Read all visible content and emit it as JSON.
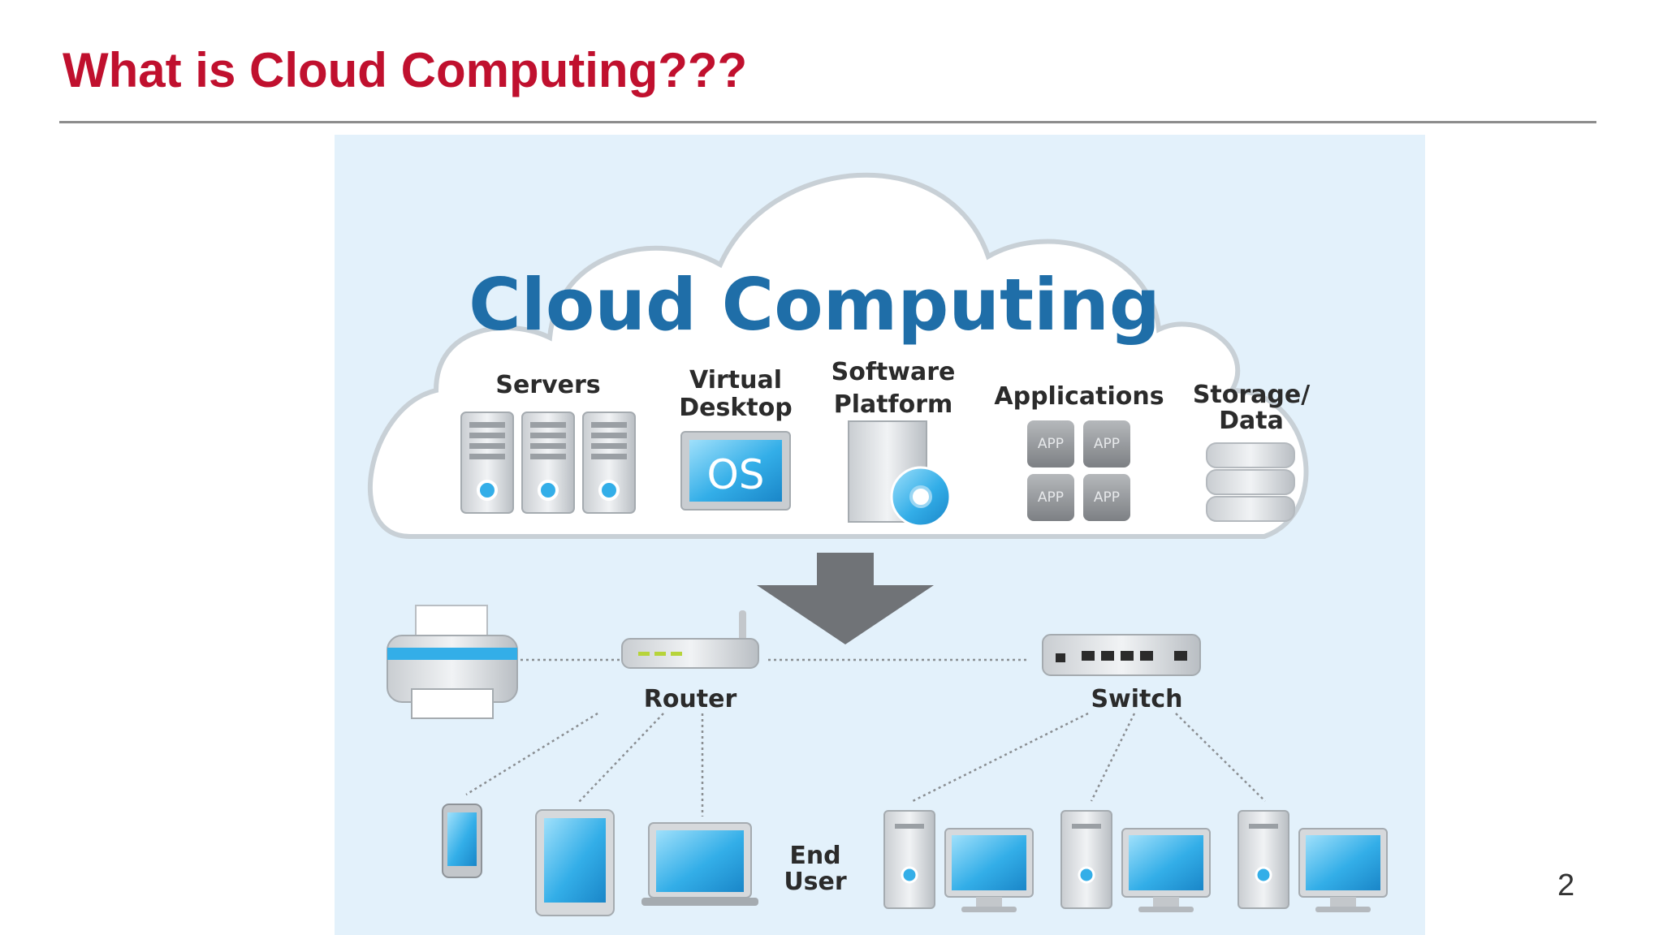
{
  "slide": {
    "title": "What is Cloud Computing???",
    "page_number": "2"
  },
  "diagram": {
    "cloud_title": "Cloud Computing",
    "services": {
      "servers": "Servers",
      "virtual_desktop_line1": "Virtual",
      "virtual_desktop_line2": "Desktop",
      "virtual_desktop_screen": "OS",
      "software_platform_line1": "Software",
      "software_platform_line2": "Platform",
      "applications": "Applications",
      "app_tile": "APP",
      "storage_line1": "Storage/",
      "storage_line2": "Data"
    },
    "network": {
      "router": "Router",
      "switch": "Switch",
      "end_user_line1": "End",
      "end_user_line2": "User"
    }
  },
  "colors": {
    "title_red": "#c0102e",
    "cloud_blue": "#1f6ea8",
    "background_blue": "#e3f1fb",
    "screen_blue": "#33aee8"
  }
}
